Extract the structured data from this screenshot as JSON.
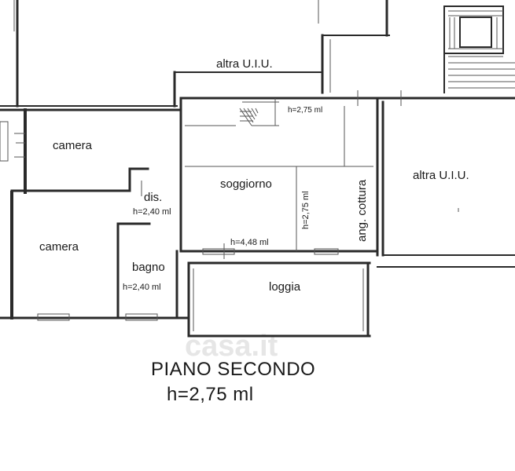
{
  "rooms": {
    "altra_top": "altra U.I.U.",
    "altra_right": "altra U.I.U.",
    "camera_top": "camera",
    "camera_bottom": "camera",
    "dis": "dis.",
    "dis_height": "h=2,40 ml",
    "bagno": "bagno",
    "bagno_height": "h=2,40 ml",
    "soggiorno": "soggiorno",
    "soggiorno_width": "h=4,48 ml",
    "soggiorno_depth": "h=2,75 ml",
    "stair_height": "h=2,75 ml",
    "cottura": "ang. cottura",
    "loggia": "loggia"
  },
  "caption": {
    "floor": "PIANO SECONDO",
    "height": "h=2,75 ml"
  },
  "watermark": "casa.it"
}
